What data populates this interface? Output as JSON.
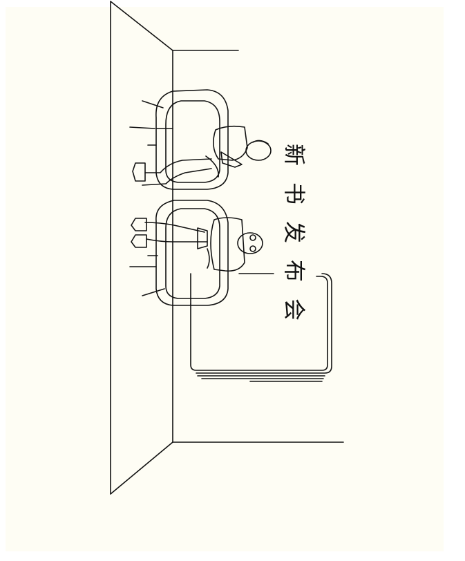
{
  "banner": {
    "chars": [
      "新",
      "书",
      "发",
      "布",
      "会"
    ]
  },
  "colors": {
    "background": "#ffffff",
    "sheet": "#fefdf4",
    "line": "#111111"
  },
  "icons": {
    "scene": "book-launch-illustration"
  }
}
